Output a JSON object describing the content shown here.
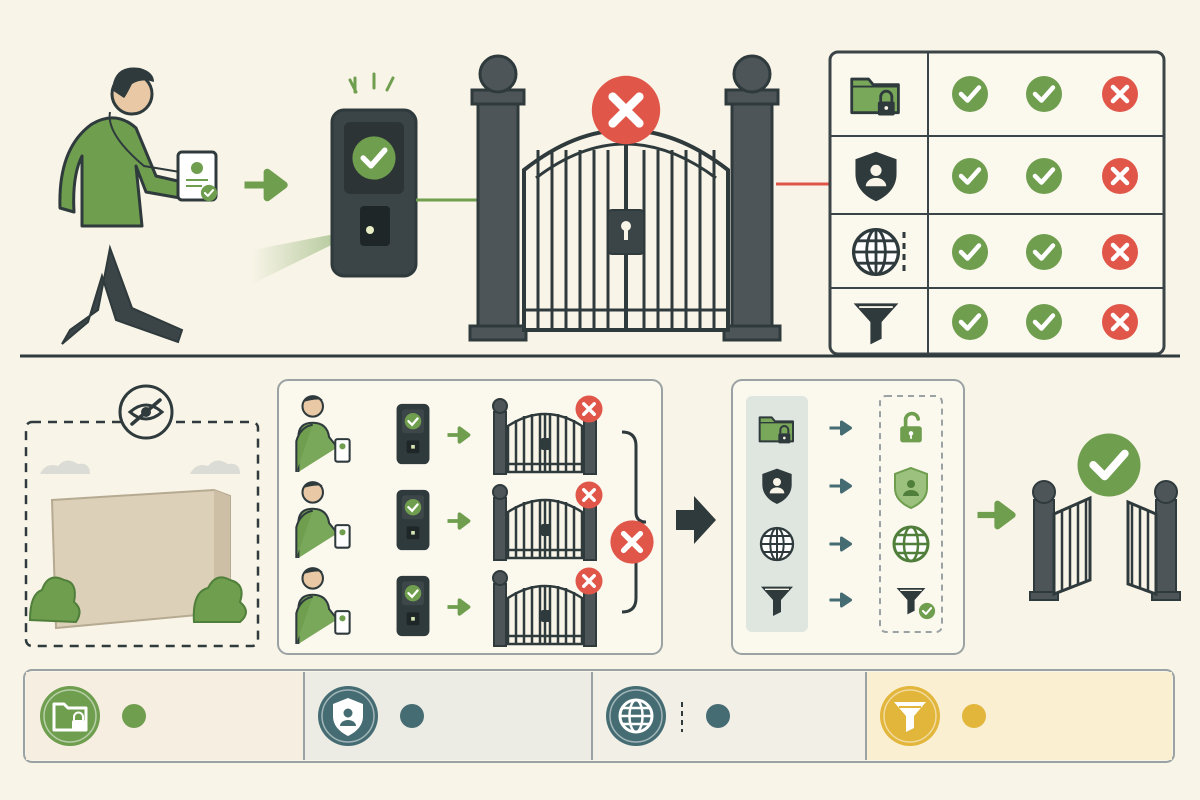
{
  "colors": {
    "background": "#f8f4e7",
    "ink": "#3b4447",
    "green": "#6f9e4f",
    "green_dark": "#4f7f3a",
    "red": "#e0574a",
    "teal": "#456c73",
    "yellow": "#e2b53b",
    "gray_gate": "#4d5559",
    "beige_wall": "#ddd0b8"
  },
  "scene": {
    "top": {
      "person": "person-walking-with-badge",
      "reader_status": "check-icon",
      "gate_status": "x-icon"
    },
    "policy_matrix": {
      "rows": [
        {
          "icon": "folder-lock-icon",
          "cells": [
            "check",
            "check",
            "x"
          ]
        },
        {
          "icon": "shield-user-icon",
          "cells": [
            "check",
            "check",
            "x"
          ]
        },
        {
          "icon": "globe-icon",
          "cells": [
            "check",
            "check",
            "x"
          ]
        },
        {
          "icon": "filter-icon",
          "cells": [
            "check",
            "check",
            "x"
          ]
        }
      ]
    },
    "hidden_wall": {
      "icon": "eye-slash-icon"
    },
    "attempts": {
      "count": 3,
      "attempt_status": "x-icon",
      "combined_status": "x-icon"
    },
    "layers": {
      "items": [
        {
          "from": "folder-lock-icon",
          "to": "unlock-icon"
        },
        {
          "from": "shield-user-icon",
          "to": "shield-user-icon"
        },
        {
          "from": "globe-icon",
          "to": "globe-icon"
        },
        {
          "from": "filter-icon",
          "to": "filter-check-icon"
        }
      ]
    },
    "result": {
      "gate": "open-gate",
      "status": "check-icon"
    },
    "legend": {
      "segments": [
        {
          "icon": "folder-lock-icon",
          "color": "#6f9e4f",
          "bg": "#f6efe1"
        },
        {
          "icon": "shield-user-icon",
          "color": "#456c73",
          "bg": "#ecebe4"
        },
        {
          "icon": "globe-icon",
          "color": "#456c73",
          "bg": "#f1efe6"
        },
        {
          "icon": "filter-icon",
          "color": "#e2b53b",
          "bg": "#fbefd2"
        }
      ]
    }
  }
}
